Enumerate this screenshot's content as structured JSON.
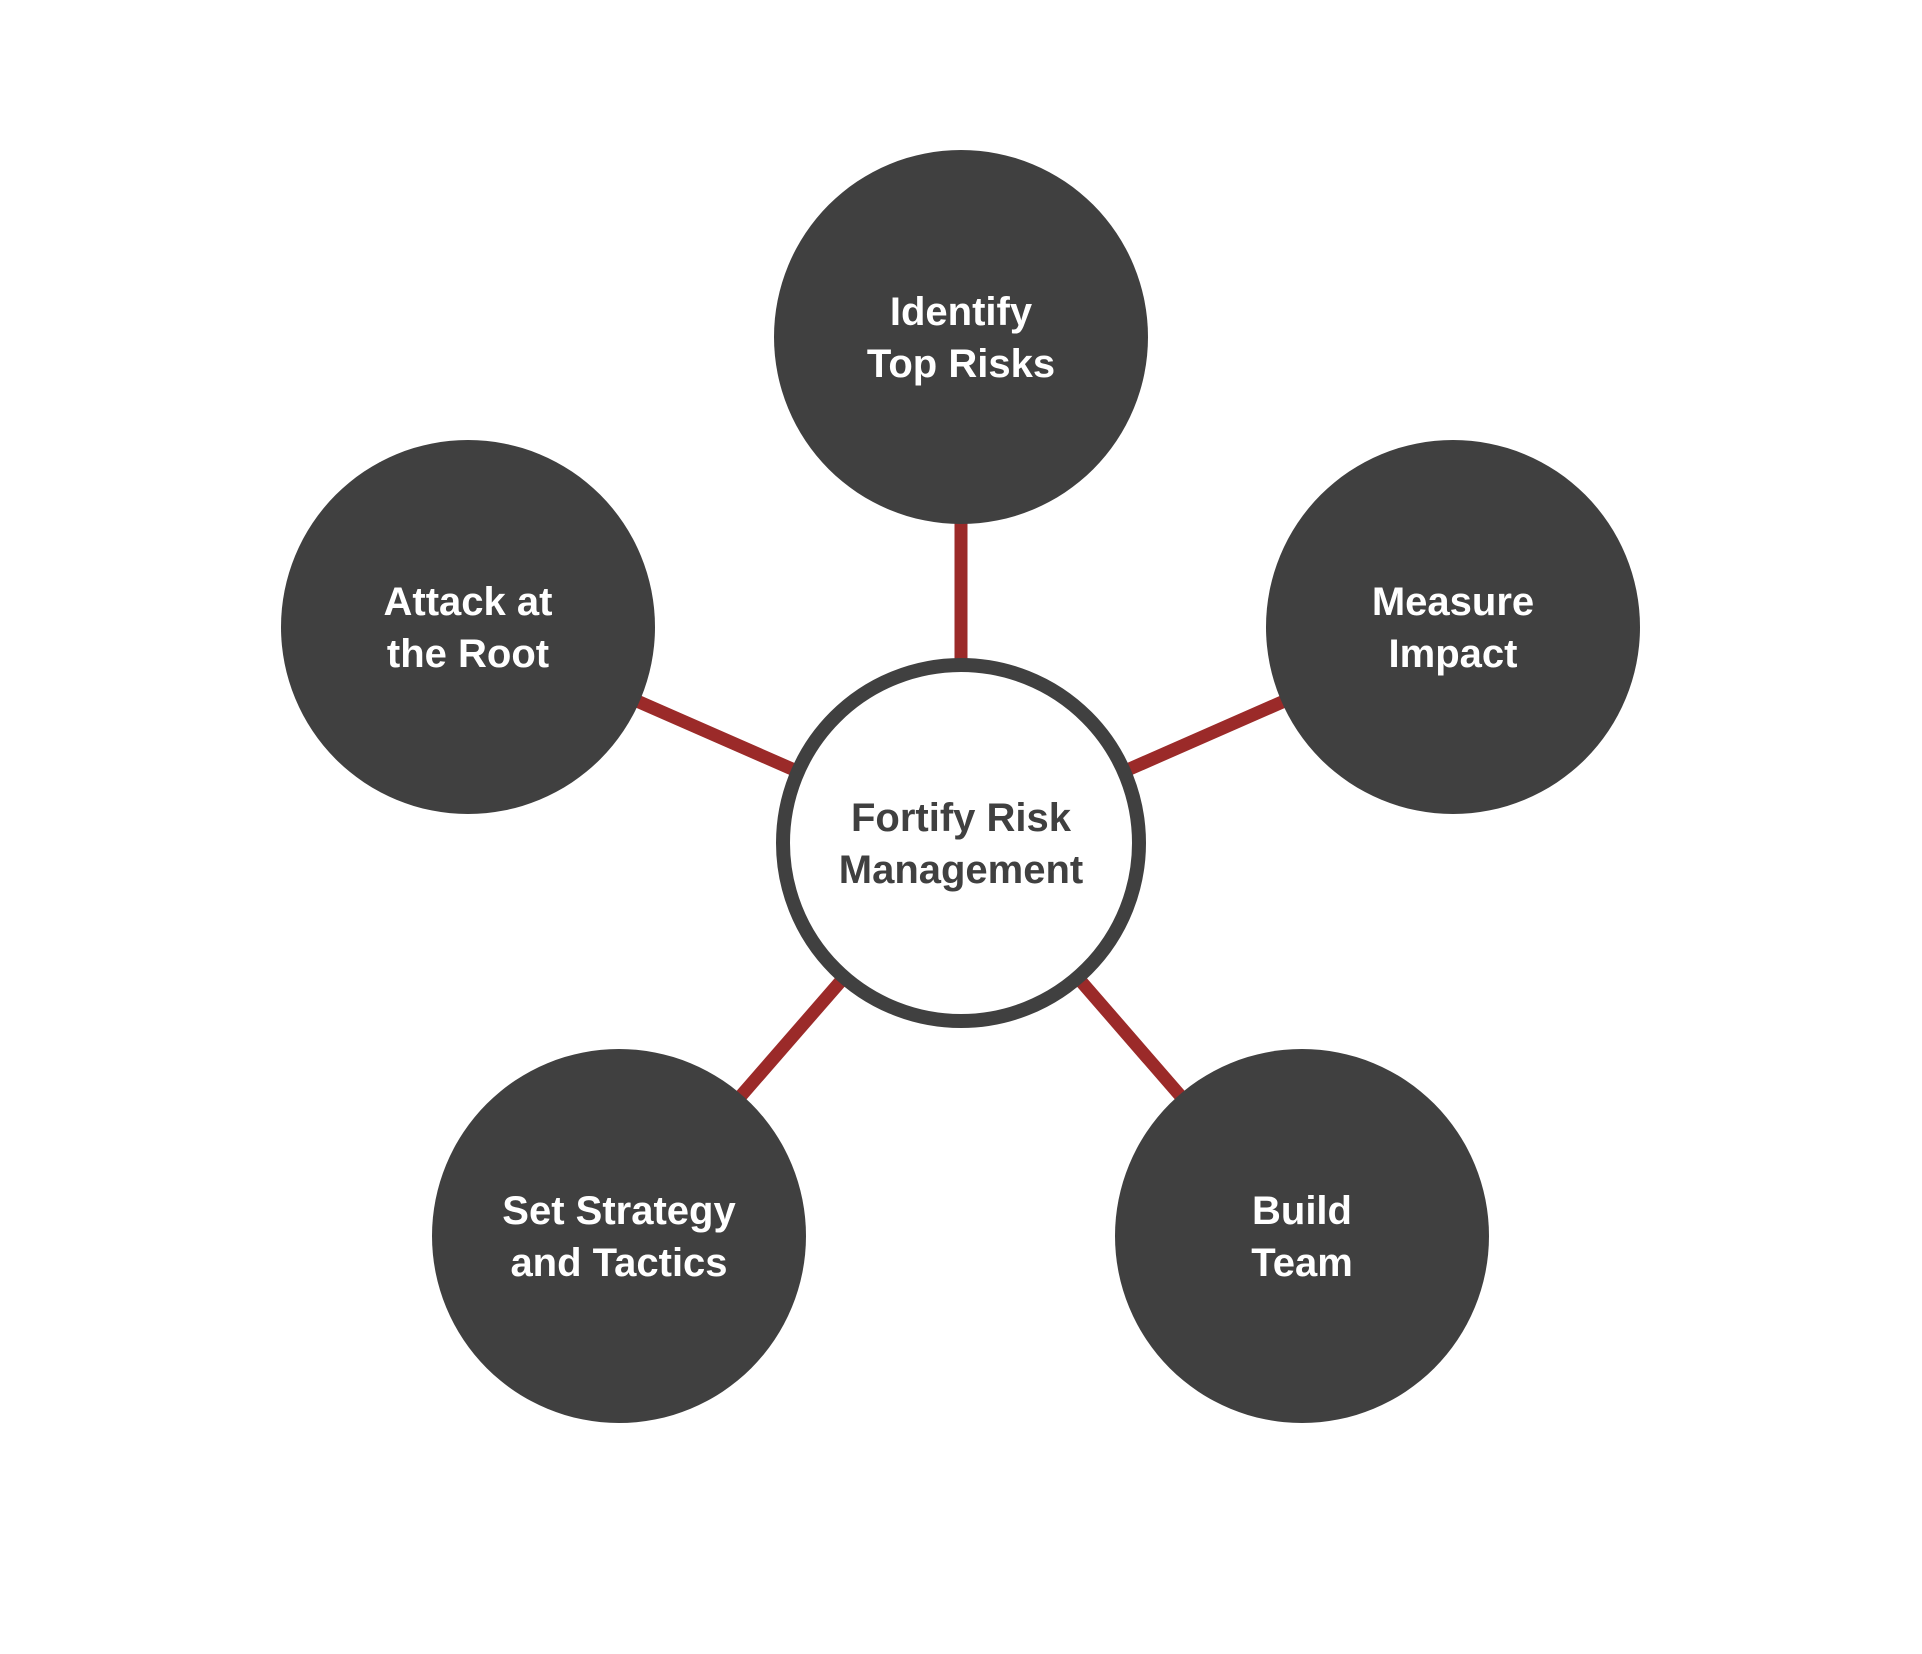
{
  "colors": {
    "node_fill": "#404040",
    "node_text": "#ffffff",
    "center_fill": "#ffffff",
    "center_stroke": "#404040",
    "center_text": "#404040",
    "connector": "#9b2a29",
    "background": "#ffffff"
  },
  "center": {
    "lines": [
      "Fortify Risk",
      "Management"
    ]
  },
  "nodes": [
    {
      "id": "identify-top-risks",
      "lines": [
        "Identify",
        "Top Risks"
      ]
    },
    {
      "id": "measure-impact",
      "lines": [
        "Measure",
        "Impact"
      ]
    },
    {
      "id": "build-team",
      "lines": [
        "Build",
        "Team"
      ]
    },
    {
      "id": "set-strategy-and-tactics",
      "lines": [
        "Set Strategy",
        "and Tactics"
      ]
    },
    {
      "id": "attack-at-the-root",
      "lines": [
        "Attack at",
        "the Root"
      ]
    }
  ]
}
